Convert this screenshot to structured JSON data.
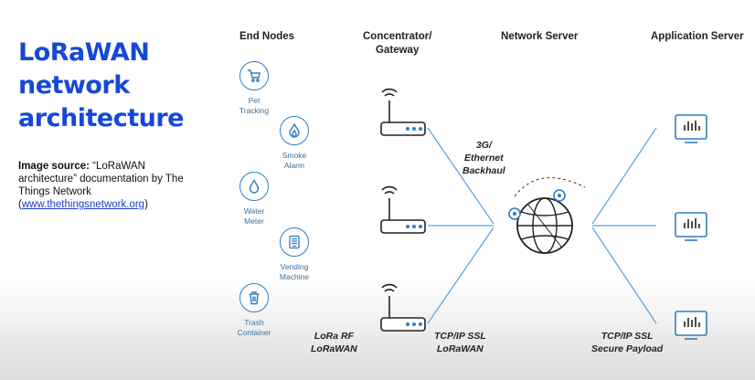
{
  "title": {
    "line1": "LoRaWAN",
    "line2": "network",
    "line3": "architecture"
  },
  "source": {
    "label": "Image source:",
    "text": " “LoRaWAN architecture” documentation by The Things Network (",
    "link": "www.thethingsnetwork.org",
    "close": ")"
  },
  "columns": {
    "end_nodes": "End Nodes",
    "concentrator_line1": "Concentrator/",
    "concentrator_line2": "Gateway",
    "network_server": "Network Server",
    "application_server": "Application Server"
  },
  "nodes": [
    {
      "line1": "Pet",
      "line2": "Tracking",
      "icon": "cart-icon"
    },
    {
      "line1": "Smoke",
      "line2": "Alarm",
      "icon": "flame-icon"
    },
    {
      "line1": "Water",
      "line2": "Meter",
      "icon": "drop-icon"
    },
    {
      "line1": "Vending",
      "line2": "Machine",
      "icon": "vending-icon"
    },
    {
      "line1": "Trash",
      "line2": "Container",
      "icon": "trash-icon"
    }
  ],
  "backhaul": {
    "line1": "3G/",
    "line2": "Ethernet",
    "line3": "Backhaul"
  },
  "protocols": {
    "lora_line1": "LoRa RF",
    "lora_line2": "LoRaWAN",
    "tcp_line1": "TCP/IP SSL",
    "tcp_line2": "LoRaWAN",
    "app_line1": "TCP/IP SSL",
    "app_line2": "Secure Payload"
  },
  "colors": {
    "title": "#1648d8",
    "lines": "#2f8be0",
    "icons": "#2f7dc0",
    "labels": "#3a6fa0"
  }
}
